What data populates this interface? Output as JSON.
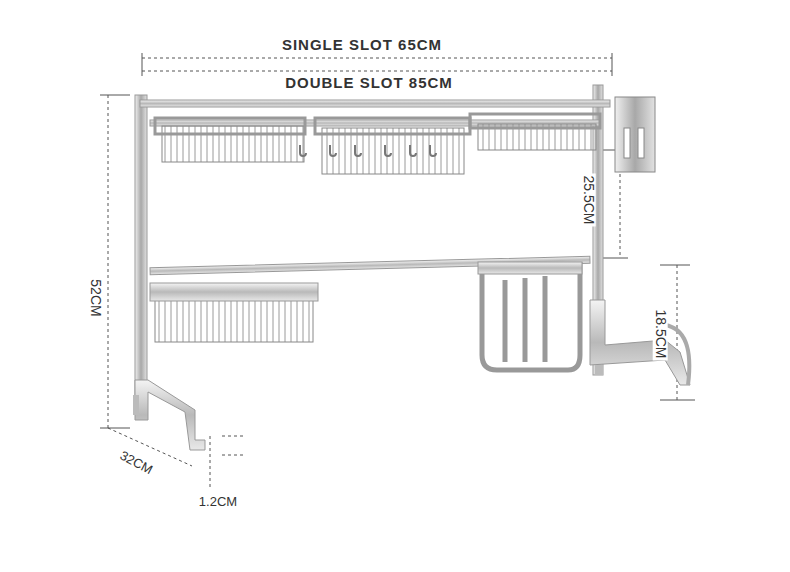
{
  "diagram": {
    "labels": [
      "SINGLE SLOT 65CM",
      "DOUBLE SLOT 85CM",
      "25.5CM",
      "52CM",
      "18.5CM",
      "32CM",
      "1.2CM"
    ]
  }
}
